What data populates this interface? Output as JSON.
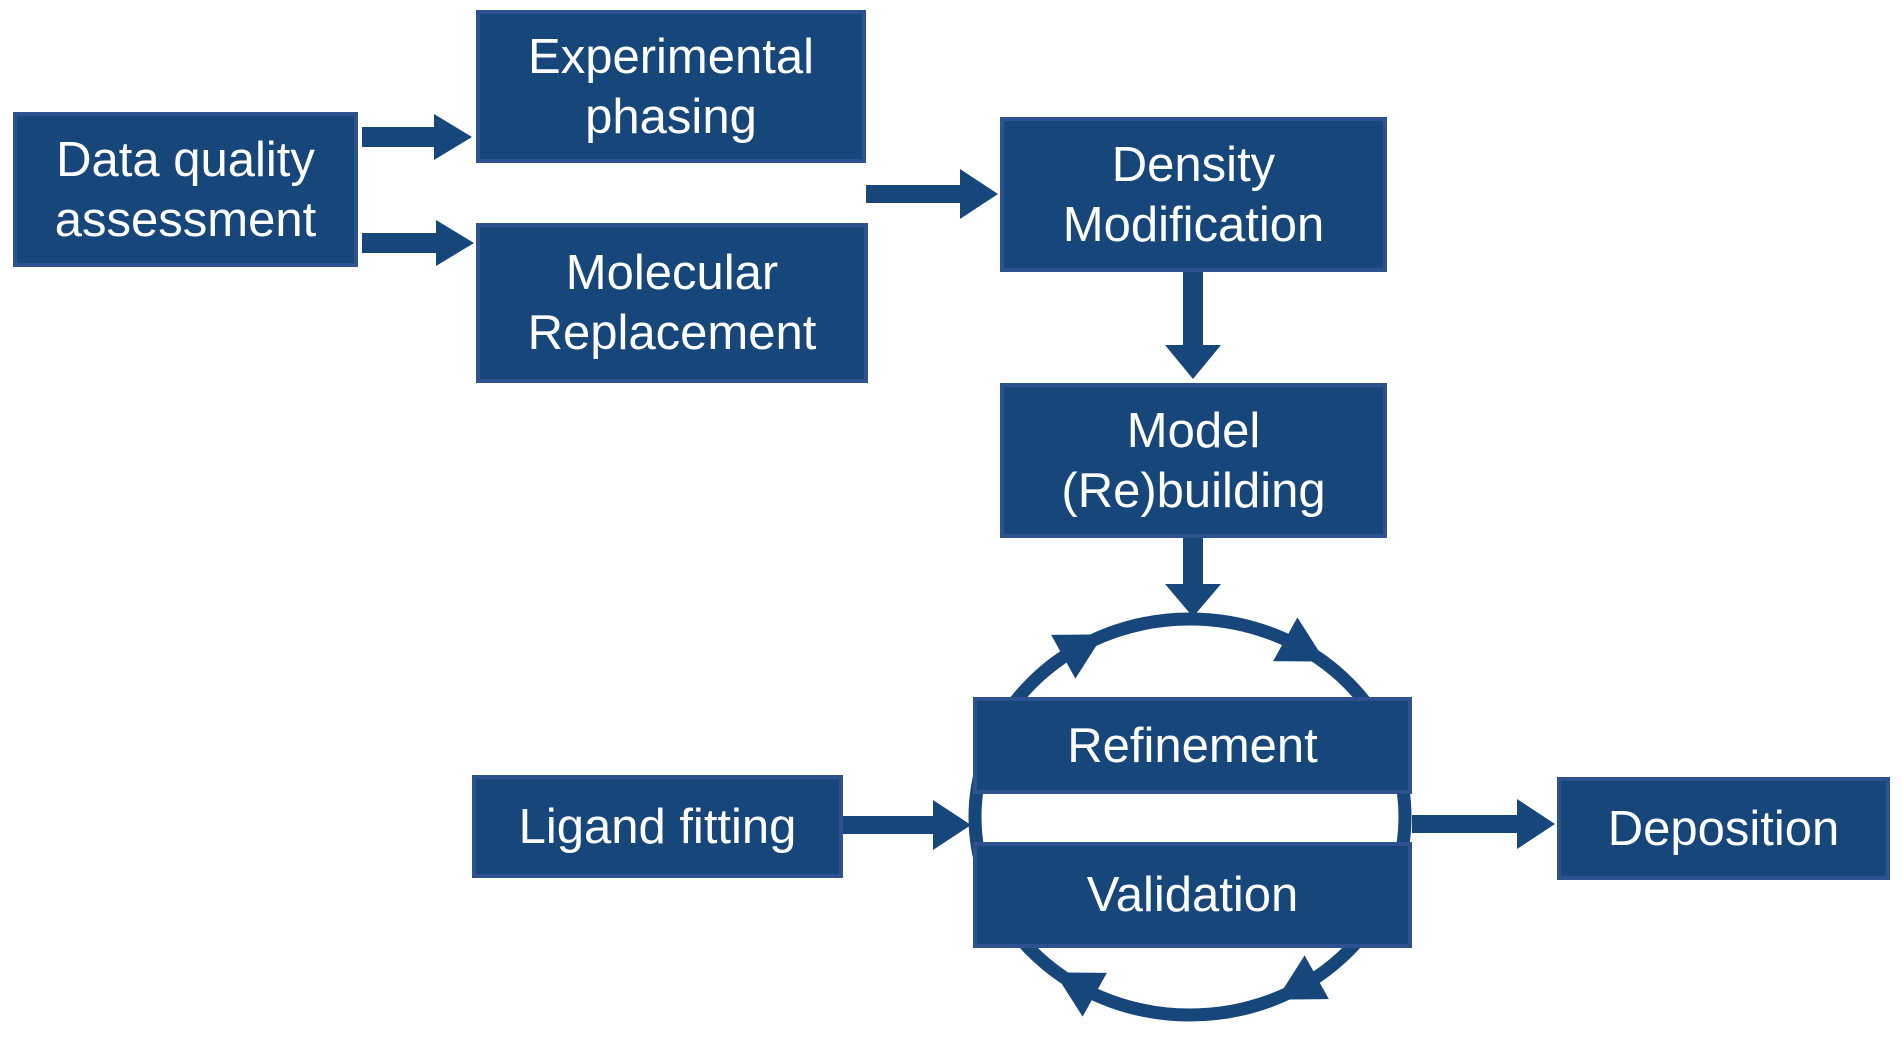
{
  "colors": {
    "box_fill": "#17477A",
    "box_border": "#2E5290",
    "arrow": "#17477A",
    "text": "#FFFFFF",
    "background": "#FFFFFF"
  },
  "nodes": {
    "data_quality": {
      "label": "Data quality\nassessment"
    },
    "experimental_phasing": {
      "label": "Experimental\nphasing"
    },
    "molecular_replacement": {
      "label": "Molecular\nReplacement"
    },
    "density_modification": {
      "label": "Density\nModification"
    },
    "model_rebuilding": {
      "label": "Model\n(Re)building"
    },
    "refinement": {
      "label": "Refinement"
    },
    "validation": {
      "label": "Validation"
    },
    "ligand_fitting": {
      "label": "Ligand fitting"
    },
    "deposition": {
      "label": "Deposition"
    }
  },
  "edges": [
    {
      "from": "data_quality",
      "to": "experimental_phasing"
    },
    {
      "from": "data_quality",
      "to": "molecular_replacement"
    },
    {
      "from": "experimental_phasing / molecular_replacement",
      "to": "density_modification"
    },
    {
      "from": "density_modification",
      "to": "model_rebuilding"
    },
    {
      "from": "model_rebuilding",
      "to": "refinement_validation_cycle"
    },
    {
      "from": "ligand_fitting",
      "to": "refinement_validation_cycle"
    },
    {
      "from": "refinement_validation_cycle",
      "to": "deposition"
    }
  ],
  "cycle": {
    "members": [
      "refinement",
      "validation"
    ],
    "direction": "clockwise",
    "arrowhead_count": 4
  }
}
